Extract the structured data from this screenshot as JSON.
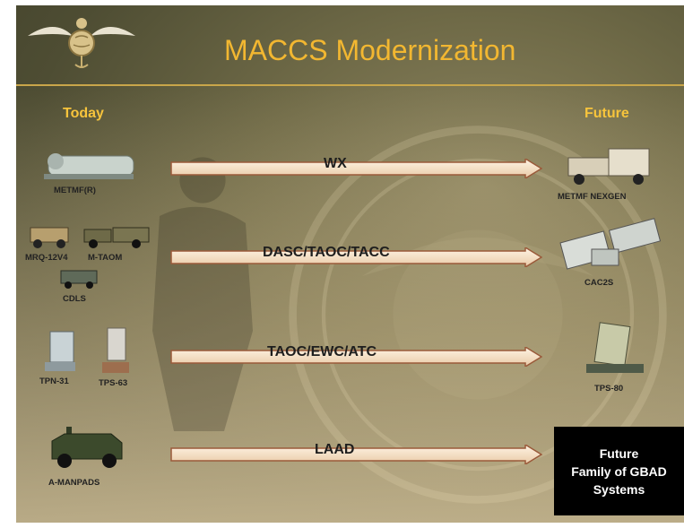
{
  "slide": {
    "title": "MACCS Modernization",
    "today_header": "Today",
    "future_header": "Future"
  },
  "rows": [
    {
      "arrow_label": "WX",
      "today_labels": [
        "METMF(R)"
      ],
      "future_label": "METMF NEXGEN"
    },
    {
      "arrow_label": "DASC/TAOC/TACC",
      "today_labels": [
        "MRQ-12V4",
        "M-TAOM",
        "CDLS"
      ],
      "future_label": "CAC2S"
    },
    {
      "arrow_label": "TAOC/EWC/ATC",
      "today_labels": [
        "TPN-31",
        "TPS-63"
      ],
      "future_label": "TPS-80"
    },
    {
      "arrow_label": "LAAD",
      "today_labels": [
        "A-MANPADS"
      ],
      "future_label": "Future Family of GBAD Systems"
    }
  ],
  "future_box": {
    "lines": [
      "Future",
      "Family of GBAD",
      "Systems"
    ]
  },
  "colors": {
    "title": "#f2b731",
    "header": "#f7c43c",
    "arrow_fill": "#f3e0c6",
    "arrow_edge": "#9a5a3a"
  }
}
